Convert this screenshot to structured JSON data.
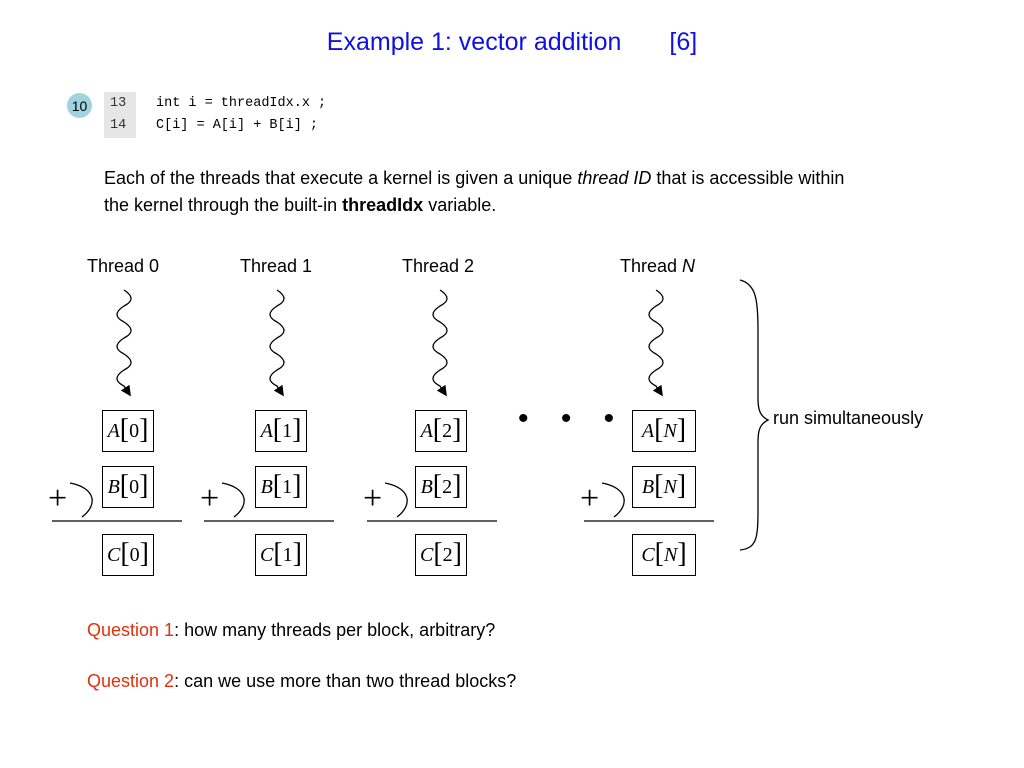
{
  "title": {
    "text": "Example 1: vector addition",
    "ref": "[6]"
  },
  "slide_badge": "10",
  "code": [
    {
      "line_no": "13",
      "source": "int i = threadIdx.x ;"
    },
    {
      "line_no": "14",
      "source": "C[i] = A[i] + B[i] ;"
    }
  ],
  "paragraph": {
    "part1": "Each of the threads that execute a kernel is given a unique ",
    "italic": "thread ID",
    "part2": " that is accessible within the kernel through the built-in ",
    "bold": "threadIdx",
    "part3": " variable."
  },
  "threads": [
    {
      "label": "Thread 0",
      "a_var": "A",
      "a_idx": "0",
      "b_var": "B",
      "b_idx": "0",
      "c_var": "C",
      "c_idx": "0"
    },
    {
      "label": "Thread 1",
      "a_var": "A",
      "a_idx": "1",
      "b_var": "B",
      "b_idx": "1",
      "c_var": "C",
      "c_idx": "1"
    },
    {
      "label": "Thread 2",
      "a_var": "A",
      "a_idx": "2",
      "b_var": "B",
      "b_idx": "2",
      "c_var": "C",
      "c_idx": "2"
    },
    {
      "label_prefix": "Thread ",
      "label_italic": "N",
      "a_var": "A",
      "a_idx": "N",
      "b_var": "B",
      "b_idx": "N",
      "c_var": "C",
      "c_idx": "N"
    }
  ],
  "plus_symbol": "+",
  "ellipsis": "• • •",
  "run_label": "run simultaneously",
  "questions": [
    {
      "label": "Question 1",
      "text": ": how many threads per block, arbitrary?"
    },
    {
      "label": "Question 2",
      "text": ": can we use more than two thread blocks?"
    }
  ],
  "colors": {
    "title": "#1010e0",
    "question_label": "#e03010",
    "badge": "#9fd3e0"
  }
}
